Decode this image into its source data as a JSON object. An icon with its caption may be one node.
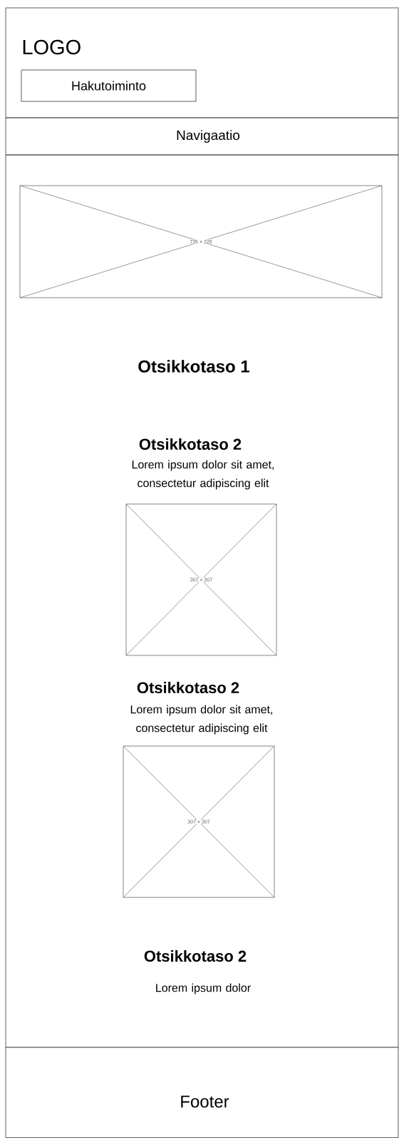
{
  "diagram": {
    "nodes": [
      {
        "text": [
          "LOGO"
        ]
      },
      {
        "text": [
          "Hakutoiminto"
        ],
        "in": 0
      },
      {
        "text": [
          "Navigaatio"
        ]
      },
      {
        "text": [],
        "shape": "box"
      },
      {
        "text": [
          "735 × 228"
        ],
        "in": 3
      },
      {
        "text": [
          "307 × 307"
        ],
        "in": 3
      },
      {
        "text": [
          "307 × 307"
        ],
        "in": 3
      },
      {
        "text": [
          "Footer"
        ]
      }
    ],
    "labels": [
      "Otsikkotaso 1",
      "Otsikkotaso 2",
      "Lorem ipsum dolor sit amet, consectetur adipiscing elit",
      "Otsikkotaso 2",
      "Lorem ipsum dolor sit amet, consectetur adipiscing elit",
      "Otsikkotaso 2",
      "Lorem ipsum dolor"
    ]
  }
}
